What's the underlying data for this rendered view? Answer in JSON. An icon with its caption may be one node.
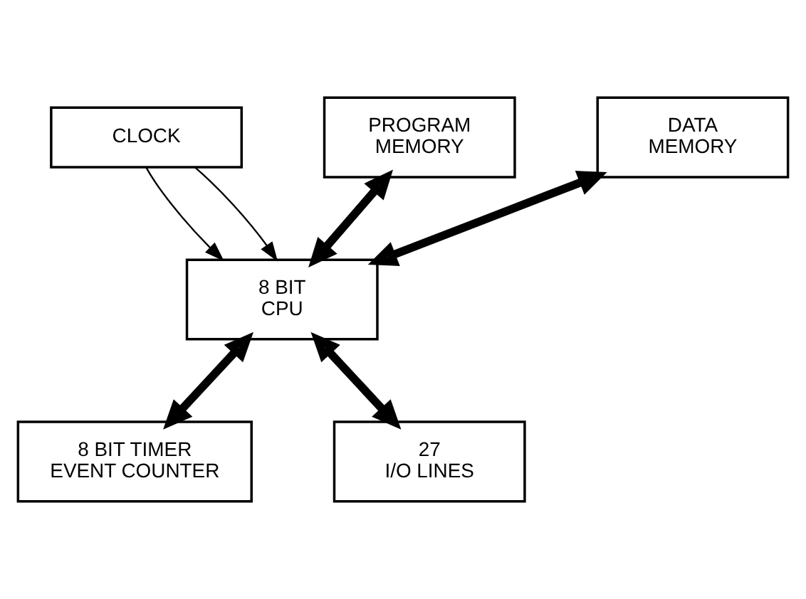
{
  "diagram": {
    "nodes": [
      {
        "text": [
          "CLOCK"
        ]
      },
      {
        "text": [
          "PROGRAM MEMORY"
        ]
      },
      {
        "text": [
          "DATA MEMORY"
        ]
      },
      {
        "text": [
          "8 BIT CPU"
        ]
      },
      {
        "text": [
          "8 BIT TIMER EVENT COUNTER"
        ]
      },
      {
        "text": [
          "27 I/O LINES"
        ]
      }
    ],
    "edges": [
      {
        "from": 0,
        "to": 3,
        "arrow": "to"
      },
      {
        "from": 0,
        "to": 3,
        "arrow": "to"
      },
      {
        "from": 3,
        "to": 1,
        "arrow": "both"
      },
      {
        "from": 3,
        "to": 2,
        "arrow": "both"
      },
      {
        "from": 3,
        "to": 4,
        "arrow": "both"
      },
      {
        "from": 3,
        "to": 5,
        "arrow": "both"
      }
    ]
  }
}
